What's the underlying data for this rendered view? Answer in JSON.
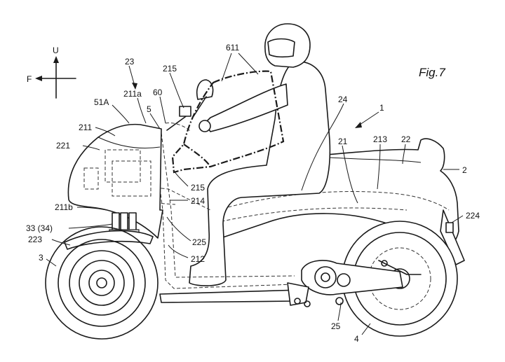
{
  "figure_label": "Fig.7",
  "directions": {
    "up": "U",
    "front": "F"
  },
  "labels": {
    "l_1": "1",
    "l_2": "2",
    "l_3": "3",
    "l_4": "4",
    "l_5": "5",
    "l_21": "21",
    "l_22": "22",
    "l_23": "23",
    "l_24": "24",
    "l_25": "25",
    "l_51A": "51A",
    "l_60": "60",
    "l_211": "211",
    "l_211a": "211a",
    "l_211b": "211b",
    "l_212": "212",
    "l_213": "213",
    "l_214": "214",
    "l_215a": "215",
    "l_215b": "215",
    "l_221": "221",
    "l_223": "223",
    "l_224": "224",
    "l_225": "225",
    "l_611": "611",
    "l_33": "33 (34)"
  }
}
